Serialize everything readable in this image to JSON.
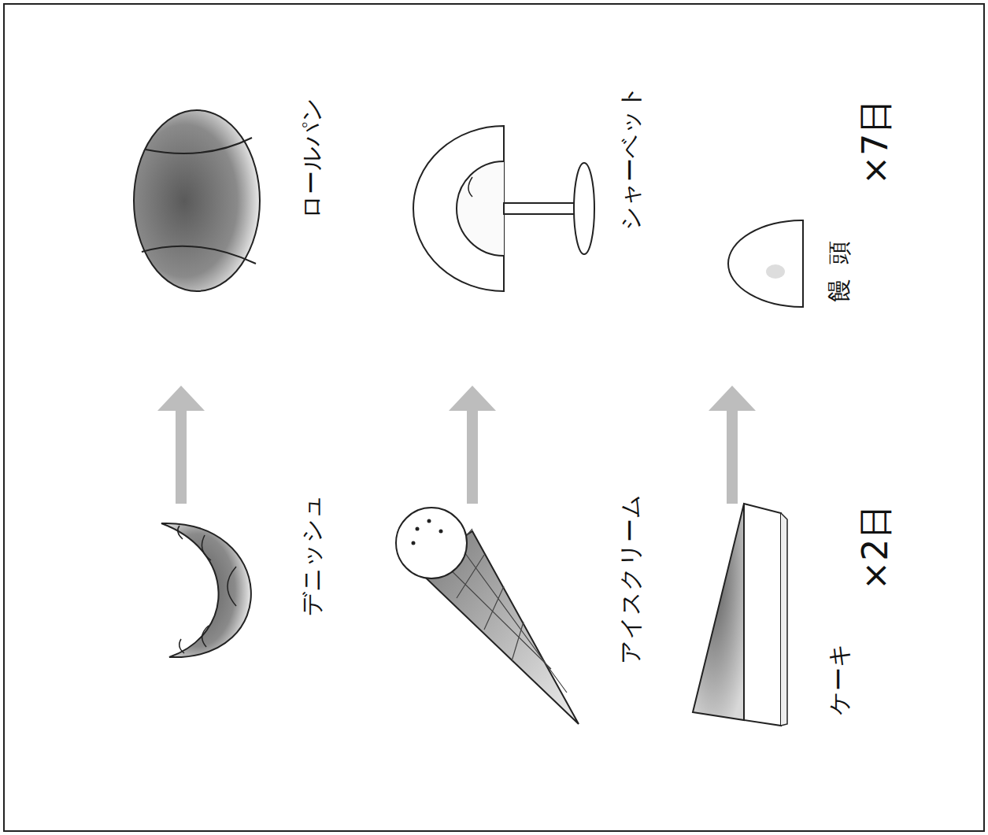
{
  "diagram": {
    "nodes": [
      {
        "text": [
          "デニッシュ"
        ]
      },
      {
        "text": [
          "ロールパン"
        ]
      },
      {
        "text": [
          "アイスクリーム"
        ]
      },
      {
        "text": [
          "シャーベット"
        ]
      },
      {
        "text": [
          "ケーキ"
        ]
      },
      {
        "text": [
          "饅頭"
        ]
      }
    ],
    "edges": [
      {
        "from": 0,
        "to": 1,
        "arrow": "to"
      },
      {
        "from": 2,
        "to": 3,
        "arrow": "to"
      },
      {
        "from": 4,
        "to": 5,
        "arrow": "to"
      }
    ],
    "labels": [
      "×2日",
      "×7日"
    ]
  }
}
